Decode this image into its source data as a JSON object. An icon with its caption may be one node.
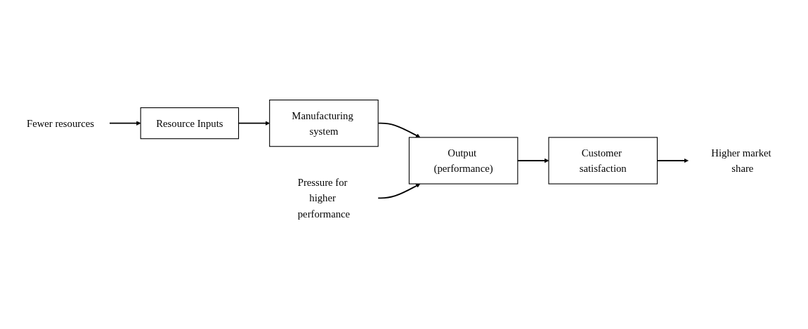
{
  "diagram": {
    "nodes": [
      {
        "text": [
          "Fewer resources"
        ]
      },
      {
        "text": [
          "Pressure for higher performance"
        ]
      },
      {
        "text": [
          "Resource Inputs"
        ]
      },
      {
        "text": [
          "Manufacturing system"
        ]
      },
      {
        "text": [
          "Output (performance)"
        ]
      },
      {
        "text": [
          "Customer satisfaction"
        ]
      },
      {
        "text": [
          "Higher market share"
        ]
      }
    ],
    "edges": [
      {
        "from": 0,
        "to": 2,
        "arrow": "to"
      },
      {
        "from": 2,
        "to": 3,
        "arrow": "to"
      },
      {
        "from": 3,
        "to": 4,
        "arrow": "to"
      },
      {
        "from": 1,
        "to": 4,
        "arrow": "to"
      },
      {
        "from": 4,
        "to": 5,
        "arrow": "to"
      },
      {
        "from": 5,
        "to": 6,
        "arrow": "to"
      }
    ]
  }
}
